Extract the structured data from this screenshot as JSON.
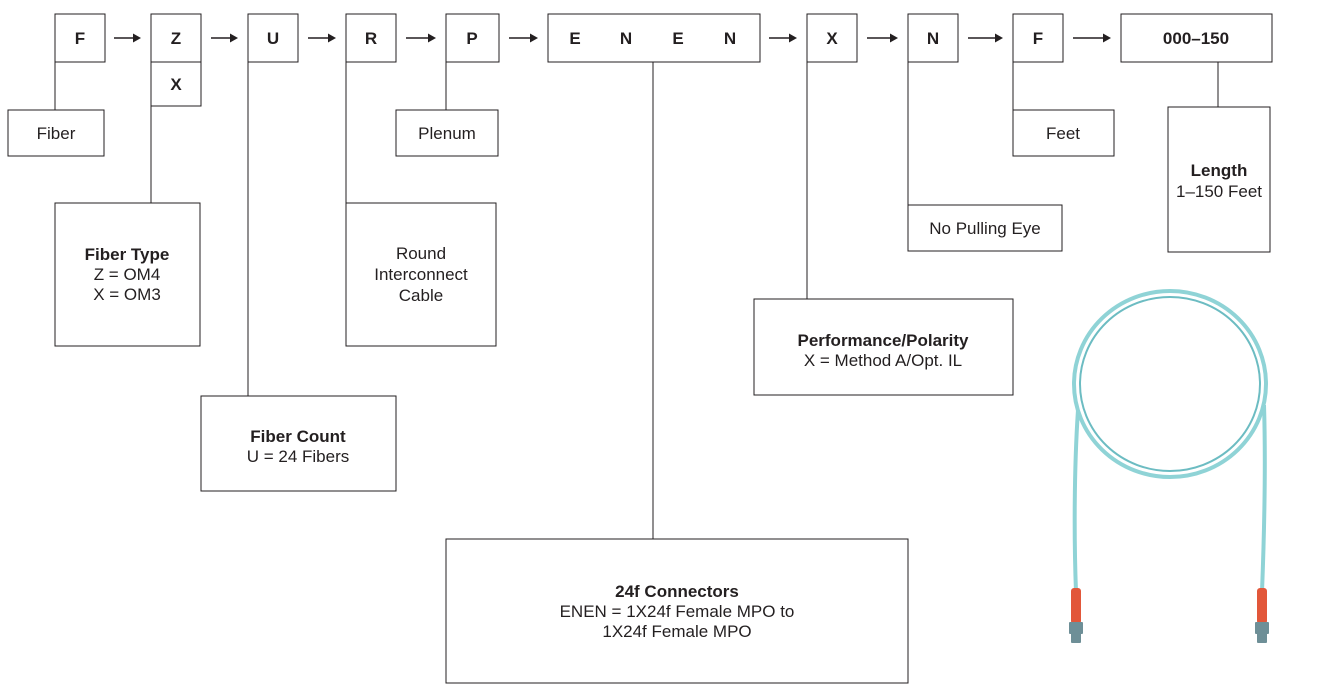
{
  "part_number": {
    "codes": [
      "F",
      "Z",
      "U",
      "R",
      "P",
      "E",
      "N",
      "E",
      "N",
      "X",
      "N",
      "F",
      "000–150"
    ],
    "alt_fiber_type_code": "X"
  },
  "descriptions": {
    "fiber": "Fiber",
    "plenum": "Plenum",
    "feet": "Feet",
    "fiber_type": {
      "title": "Fiber Type",
      "lines": [
        "Z = OM4",
        "X = OM3"
      ]
    },
    "round_cable": {
      "lines": [
        "Round",
        "Interconnect",
        "Cable"
      ]
    },
    "no_pulling_eye": "No Pulling Eye",
    "length": {
      "title": "Length",
      "lines": [
        "1–150 Feet"
      ]
    },
    "performance": {
      "title": "Performance/Polarity",
      "lines": [
        "X = Method A/Opt. IL"
      ]
    },
    "fiber_count": {
      "title": "Fiber Count",
      "lines": [
        "U = 24 Fibers"
      ]
    },
    "connectors": {
      "title": "24f Connectors",
      "lines": [
        "ENEN = 1X24f Female MPO to",
        "1X24f Female MPO"
      ]
    }
  },
  "colors": {
    "cable_jacket": "#8fd3d6",
    "cable_jacket_dark": "#6cbcc2",
    "connector_boot": "#e2573a",
    "connector_body": "#6e8f97",
    "line": "#231f20"
  },
  "icons": {
    "product_image": "aqua-fiber-patch-cord-image"
  }
}
